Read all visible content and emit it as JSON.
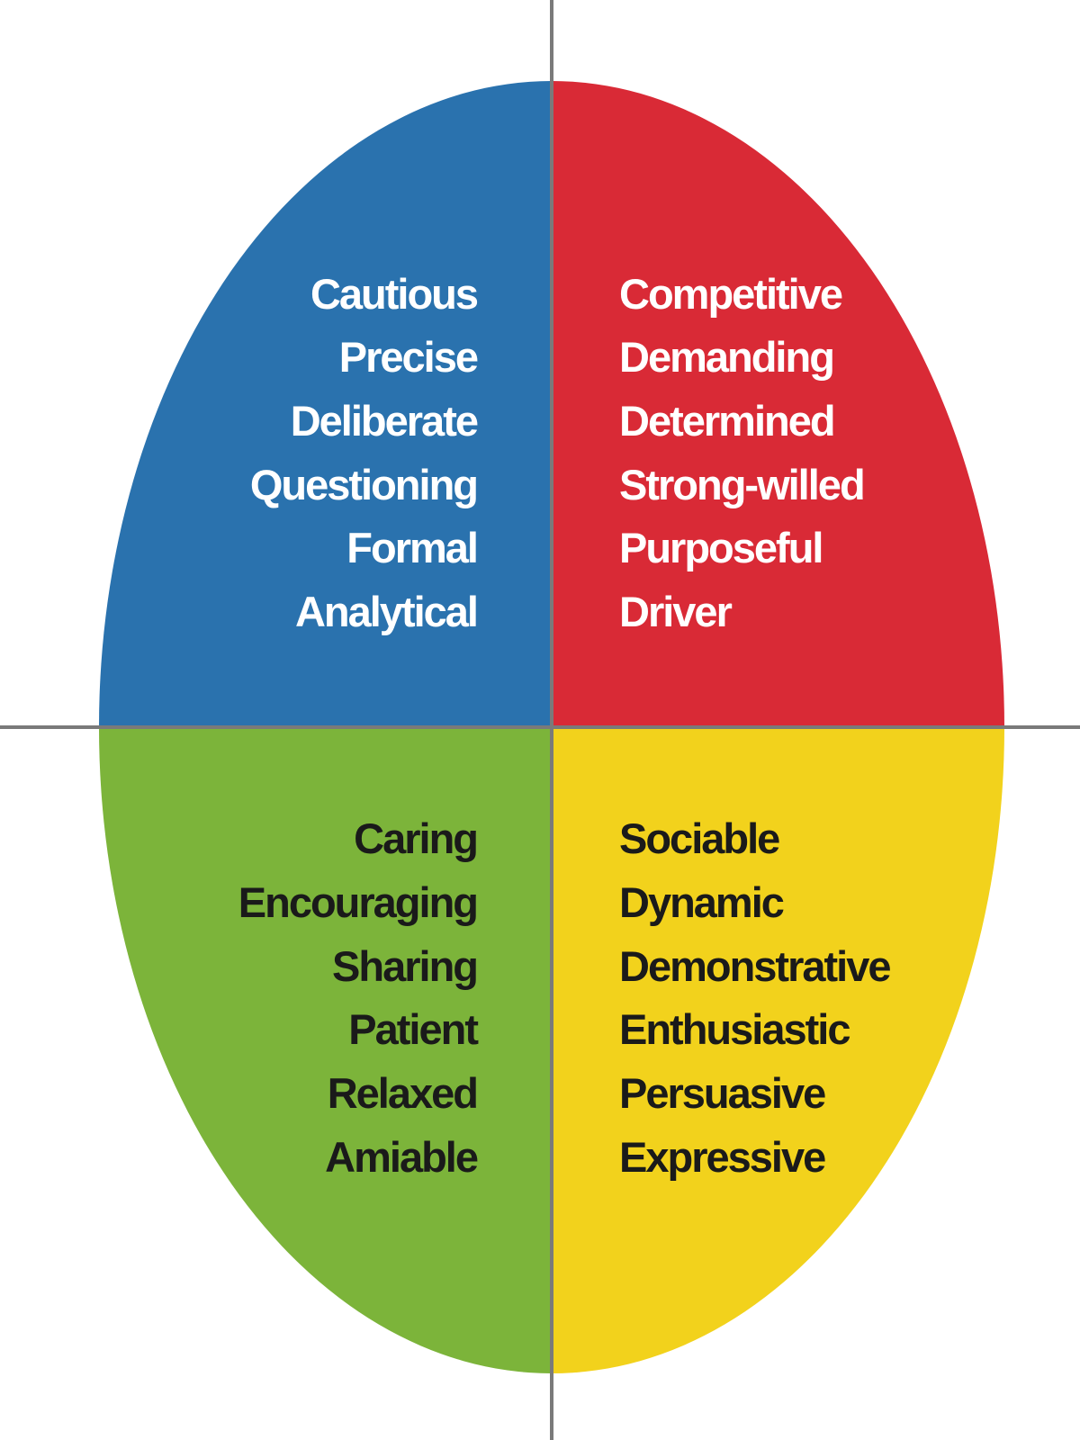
{
  "quadrants": [
    {
      "id": "top-left",
      "color": "#2a72ae",
      "text_color": "#ffffff",
      "traits": [
        "Cautious",
        "Precise",
        "Deliberate",
        "Questioning",
        "Formal",
        "Analytical"
      ]
    },
    {
      "id": "top-right",
      "color": "#d92a36",
      "text_color": "#ffffff",
      "traits": [
        "Competitive",
        "Demanding",
        "Determined",
        "Strong-willed",
        "Purposeful",
        "Driver"
      ]
    },
    {
      "id": "bottom-left",
      "color": "#7cb43a",
      "text_color": "#1a1a1a",
      "traits": [
        "Caring",
        "Encouraging",
        "Sharing",
        "Patient",
        "Relaxed",
        "Amiable"
      ]
    },
    {
      "id": "bottom-right",
      "color": "#f2d21c",
      "text_color": "#1a1a1a",
      "traits": [
        "Sociable",
        "Dynamic",
        "Demonstrative",
        "Enthusiastic",
        "Persuasive",
        "Expressive"
      ]
    }
  ],
  "axis_color": "#7a7a7a"
}
